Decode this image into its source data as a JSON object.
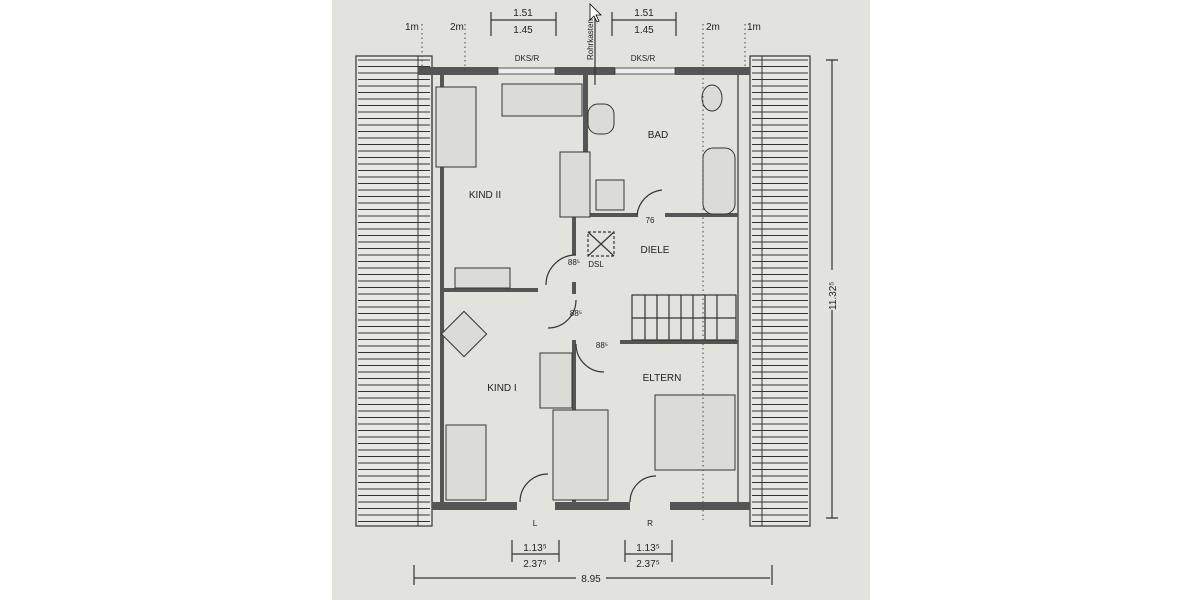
{
  "plan": {
    "rooms": {
      "kind2": "KIND II",
      "bad": "BAD",
      "diele": "DIELE",
      "kind1": "KIND I",
      "eltern": "ELTERN"
    },
    "top_labels": {
      "left_1m": "1m",
      "left_2m": "2m",
      "right_2m": "2m",
      "right_1m": "1m",
      "dim_left_top": "1.51",
      "dim_left_bottom": "1.45",
      "dim_right_top": "1.51",
      "dim_right_bottom": "1.45",
      "window_left": "DKS/R",
      "window_right": "DKS/R",
      "rohrkasten": "Rohrkasten"
    },
    "door_widths": {
      "bad": "76",
      "kind2": "88⁵",
      "kind1": "88⁵",
      "eltern": "88⁵"
    },
    "dsl": "DSL",
    "bottom_labels": {
      "window_l": "L",
      "window_r": "R",
      "dim_l_top": "1.13⁵",
      "dim_l_bottom": "2.37⁵",
      "dim_r_top": "1.13⁵",
      "dim_r_bottom": "2.37⁵",
      "total_width": "8.95"
    },
    "total_depth": "11.32⁵"
  },
  "colors": {
    "paper": "#e3e3de",
    "wall": "#555555",
    "line": "#333333"
  }
}
